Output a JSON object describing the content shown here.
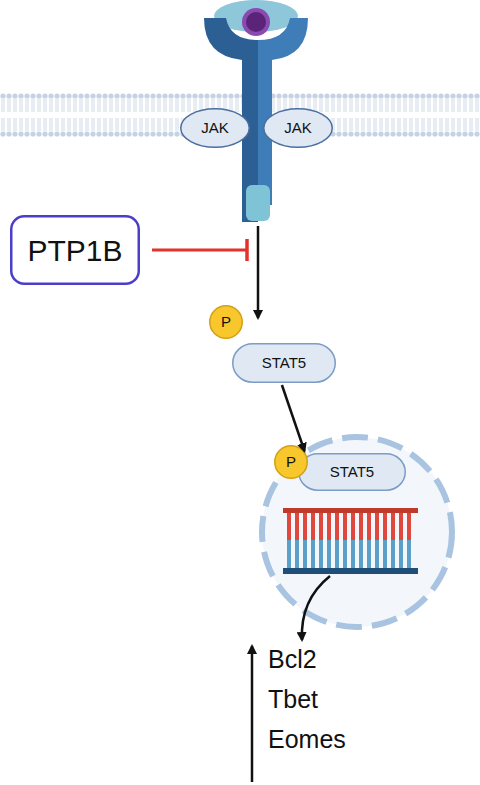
{
  "diagram": {
    "nodes": [
      {
        "text": [
          "JAK"
        ]
      },
      {
        "text": [
          "JAK"
        ]
      },
      {
        "text": [
          "PTP1B"
        ]
      },
      {
        "text": [
          "P"
        ]
      },
      {
        "text": [
          "STAT5"
        ]
      },
      {
        "text": [
          "P"
        ]
      },
      {
        "text": [
          "STAT5"
        ]
      }
    ],
    "edges": [
      {
        "from": 4,
        "to": 6,
        "arrow": "to"
      }
    ],
    "labels": [
      "Bcl2",
      "Tbet",
      "Eomes"
    ]
  }
}
